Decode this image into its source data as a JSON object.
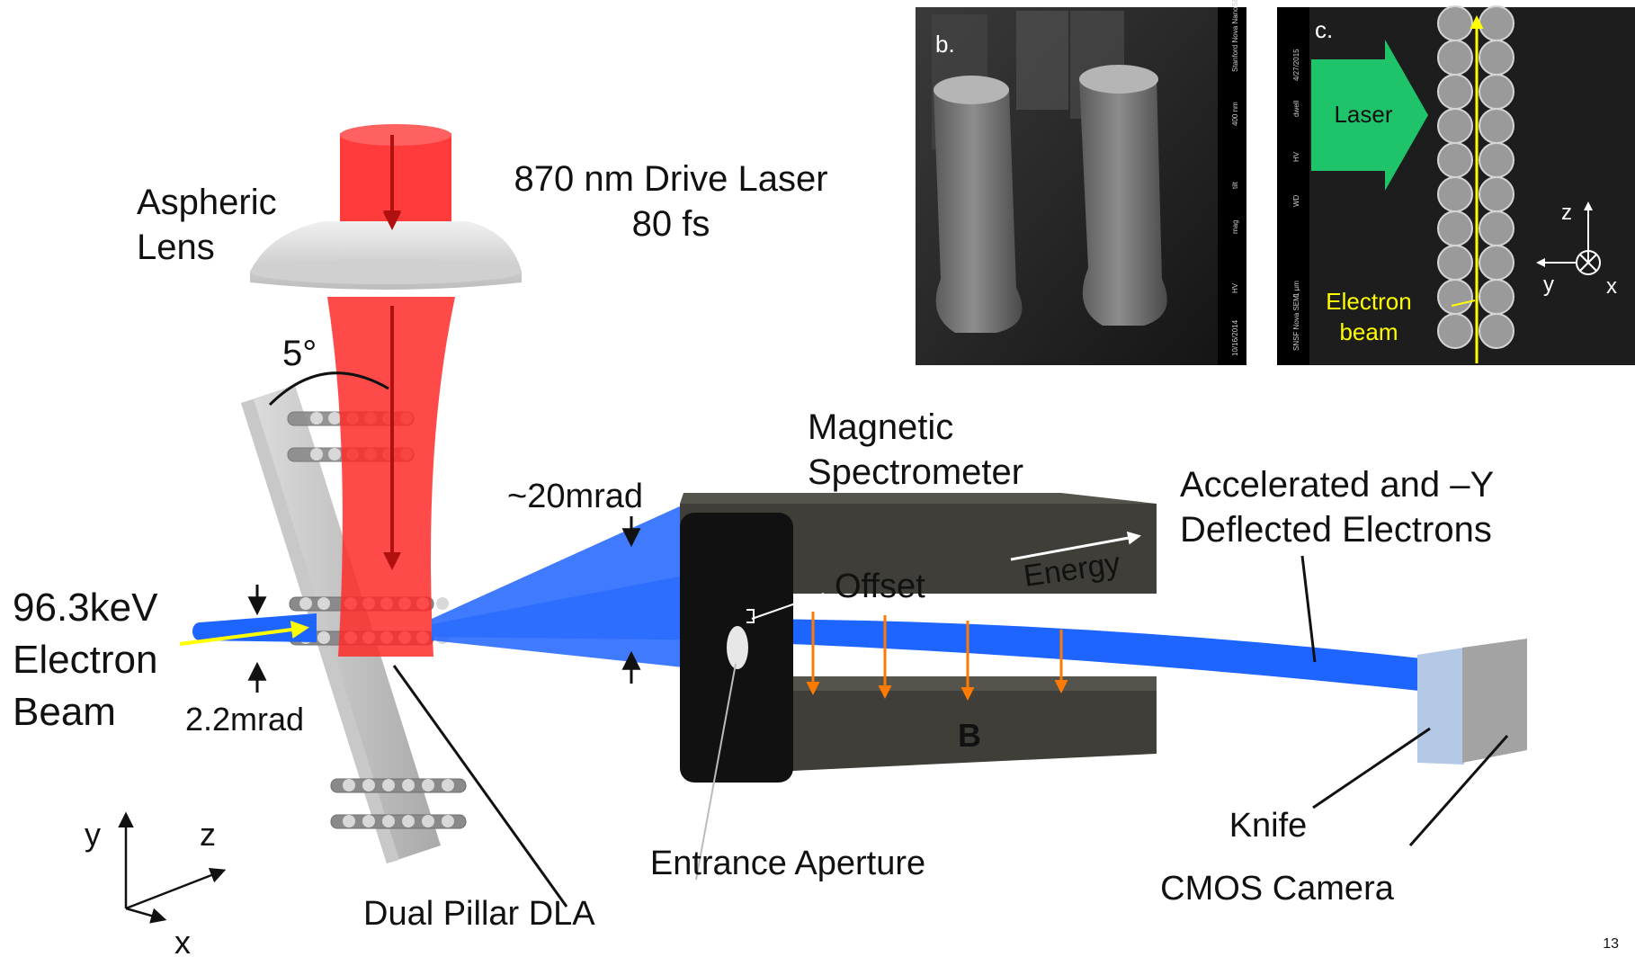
{
  "labels": {
    "laser": "870 nm Drive Laser",
    "pulse": "80 fs",
    "lens_line1": "Aspheric",
    "lens_line2": "Lens",
    "angle": "5°",
    "divergence": "~20mrad",
    "spectrometer_line1": "Magnetic",
    "spectrometer_line2": "Spectrometer",
    "accel_line1": "Accelerated and –Y",
    "accel_line2": "Deflected Electrons",
    "beam_line1": "96.3keV",
    "beam_line2": "Electron",
    "beam_line3": "Beam",
    "beam_div": "2.2mrad",
    "offset": "Offset",
    "energy": "Energy",
    "field": "B",
    "aperture": "Entrance Aperture",
    "dla": "Dual Pillar DLA",
    "knife": "Knife",
    "camera": "CMOS Camera",
    "page_num": "13"
  },
  "axes_main": {
    "y": "y",
    "z": "z",
    "x": "x"
  },
  "panel_b": {
    "label": "b.",
    "databar": [
      "10/16/2014",
      "HV",
      "mag",
      "tilt",
      "400 nm",
      "Stanford Nova NanoSEM"
    ]
  },
  "panel_c": {
    "label": "c.",
    "laser": "Laser",
    "electron_line1": "Electron",
    "electron_line2": "beam",
    "axis_z": "z",
    "axis_y": "y",
    "axis_x": "x",
    "databar": [
      "4/27/2015",
      "dwell",
      "HV",
      "WD",
      "1 µm",
      "SNSF Nova SEM"
    ]
  },
  "colors": {
    "laser": "#ff2a2a",
    "electron": "#1e64ff",
    "magnet": "#3f3e38",
    "arrow_force": "#ff7a00",
    "highlight": "#ffff00",
    "laser_arrow_panel": "#1fc46a"
  }
}
